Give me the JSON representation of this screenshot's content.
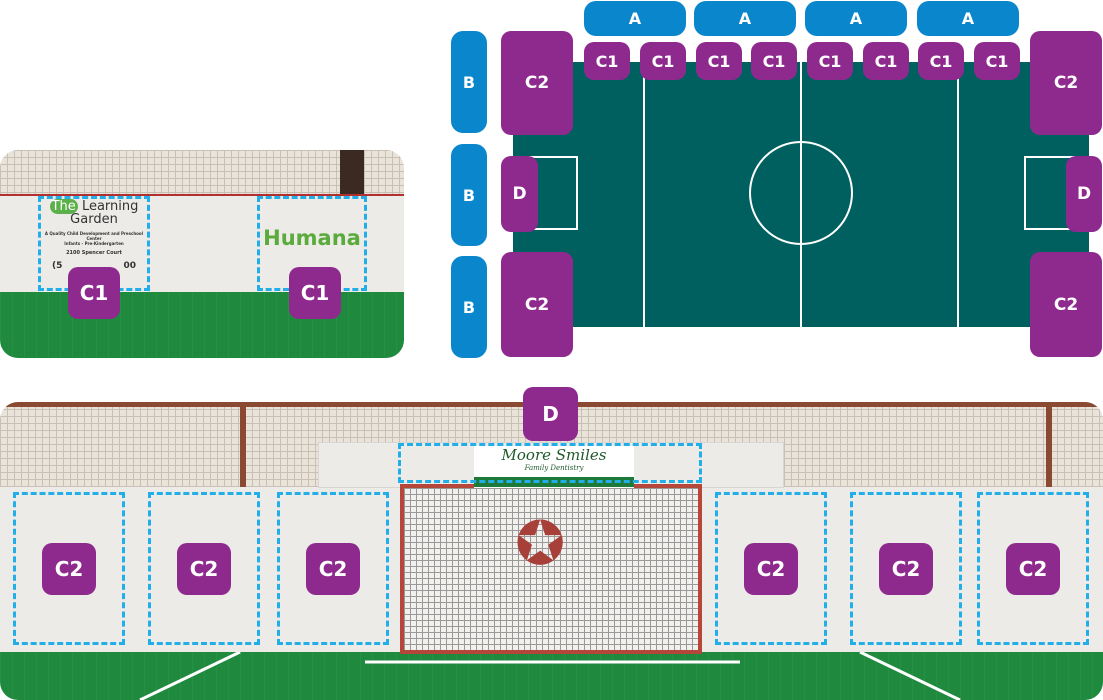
{
  "colors": {
    "badge": "#8e2a8e",
    "zone_blue": "#0a86cc",
    "field": "#00605f",
    "dashed_outline": "#22aee8"
  },
  "top_left_photo": {
    "signs": [
      {
        "name": "The Learning Garden",
        "lines": [
          "The",
          "Learning",
          "Garden",
          "A Quality Child Development and Preschool Center",
          "Infants - Pre-Kindergarten",
          "2100 Spencer Court",
          "(5",
          "00"
        ]
      },
      {
        "name": "Humana"
      }
    ],
    "badges": [
      "C1",
      "C1"
    ]
  },
  "field_diagram": {
    "top_a": [
      "A",
      "A",
      "A",
      "A"
    ],
    "top_c1": [
      "C1",
      "C1",
      "C1",
      "C1",
      "C1",
      "C1",
      "C1",
      "C1"
    ],
    "left_b": [
      "B",
      "B",
      "B"
    ],
    "left": {
      "c2_top": "C2",
      "d": "D",
      "c2_bottom": "C2"
    },
    "right": {
      "c2_top": "C2",
      "d": "D",
      "c2_bottom": "C2"
    }
  },
  "bottom_photo": {
    "d_badge": "D",
    "sign": {
      "title": "Moore Smiles",
      "subtitle": "Family Dentistry"
    },
    "c2_badges": [
      "C2",
      "C2",
      "C2",
      "C2",
      "C2",
      "C2"
    ]
  }
}
